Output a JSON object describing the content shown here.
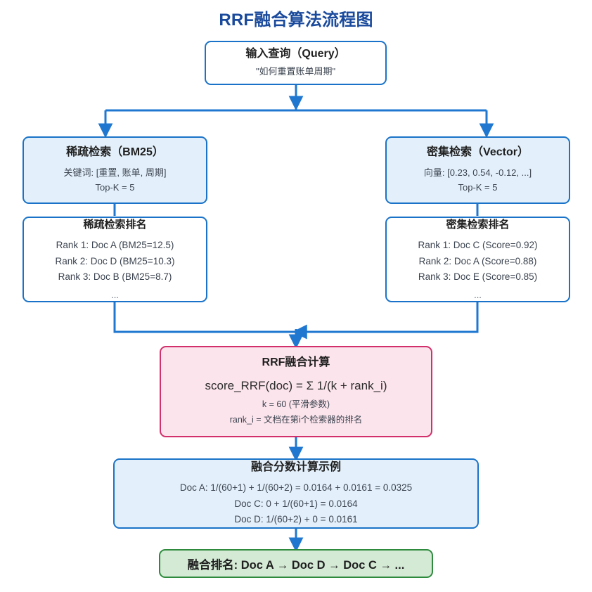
{
  "diagram": {
    "title": "RRF融合算法流程图",
    "colors": {
      "title": "#1a4a9c",
      "edge": "#1f77d0",
      "blue_border": "#1a73c8",
      "blue_fill": "#e3f0fb",
      "white_fill": "#ffffff",
      "pink_border": "#d1306b",
      "pink_fill": "#fce4ec",
      "green_border": "#2e8b3d",
      "green_fill": "#d4ead5"
    },
    "nodes": {
      "query": {
        "heading": "输入查询（Query）",
        "line1": "\"如何重置账单周期\""
      },
      "sparse_retrieval": {
        "heading": "稀疏检索（BM25）",
        "line1": "关键词: [重置, 账单, 周期]",
        "line2": "Top-K = 5"
      },
      "dense_retrieval": {
        "heading": "密集检索（Vector）",
        "line1": "向量: [0.23, 0.54, -0.12, ...]",
        "line2": "Top-K = 5"
      },
      "sparse_ranking": {
        "heading": "稀疏检索排名",
        "rows": [
          "Rank 1: Doc A (BM25=12.5)",
          "Rank 2: Doc D (BM25=10.3)",
          "Rank 3: Doc B (BM25=8.7)"
        ],
        "ellipsis": "..."
      },
      "dense_ranking": {
        "heading": "密集检索排名",
        "rows": [
          "Rank 1: Doc C (Score=0.92)",
          "Rank 2: Doc A (Score=0.88)",
          "Rank 3: Doc E (Score=0.85)"
        ],
        "ellipsis": "..."
      },
      "rrf_fusion": {
        "heading": "RRF融合计算",
        "formula": "score_RRF(doc) = Σ 1/(k + rank_i)",
        "note1": "k = 60 (平滑参数)",
        "note2": "rank_i = 文档在第i个检索器的排名"
      },
      "fusion_example": {
        "heading": "融合分数计算示例",
        "rows": [
          "Doc A: 1/(60+1) + 1/(60+2) = 0.0164 + 0.0161 = 0.0325",
          "Doc C: 0 + 1/(60+1) = 0.0164",
          "Doc D: 1/(60+2) + 0 = 0.0161"
        ]
      },
      "final_ranking": {
        "label": "融合排名: Doc A → Doc D → Doc C → ..."
      }
    }
  }
}
